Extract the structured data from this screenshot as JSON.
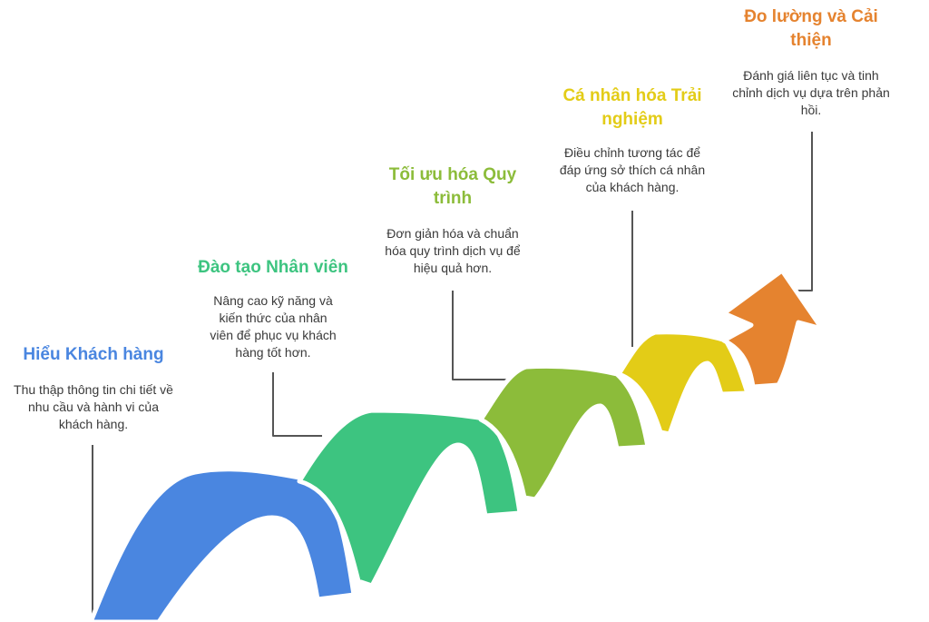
{
  "steps": [
    {
      "title": "Hiểu Khách hàng",
      "description": "Thu thập thông tin chi tiết về nhu cầu và hành vi của khách hàng.",
      "color": "#4a86e0"
    },
    {
      "title": "Đào tạo Nhân viên",
      "description": "Nâng cao kỹ năng và kiến thức của nhân viên để phục vụ khách hàng tốt hơn.",
      "color": "#3dc480"
    },
    {
      "title": "Tối ưu hóa Quy trình",
      "description": "Đơn giản hóa và chuẩn hóa quy trình dịch vụ để hiệu quả hơn.",
      "color": "#8cbc3a"
    },
    {
      "title": "Cá nhân hóa Trải nghiệm",
      "description": "Điều chỉnh tương tác để đáp ứng sở thích cá nhân của khách hàng.",
      "color": "#e3cc17"
    },
    {
      "title": "Đo lường và Cải thiện",
      "description": "Đánh giá liên tục và tinh chỉnh dịch vụ dựa trên phản hồi.",
      "color": "#e5832f"
    }
  ],
  "connector_color": "#555555"
}
